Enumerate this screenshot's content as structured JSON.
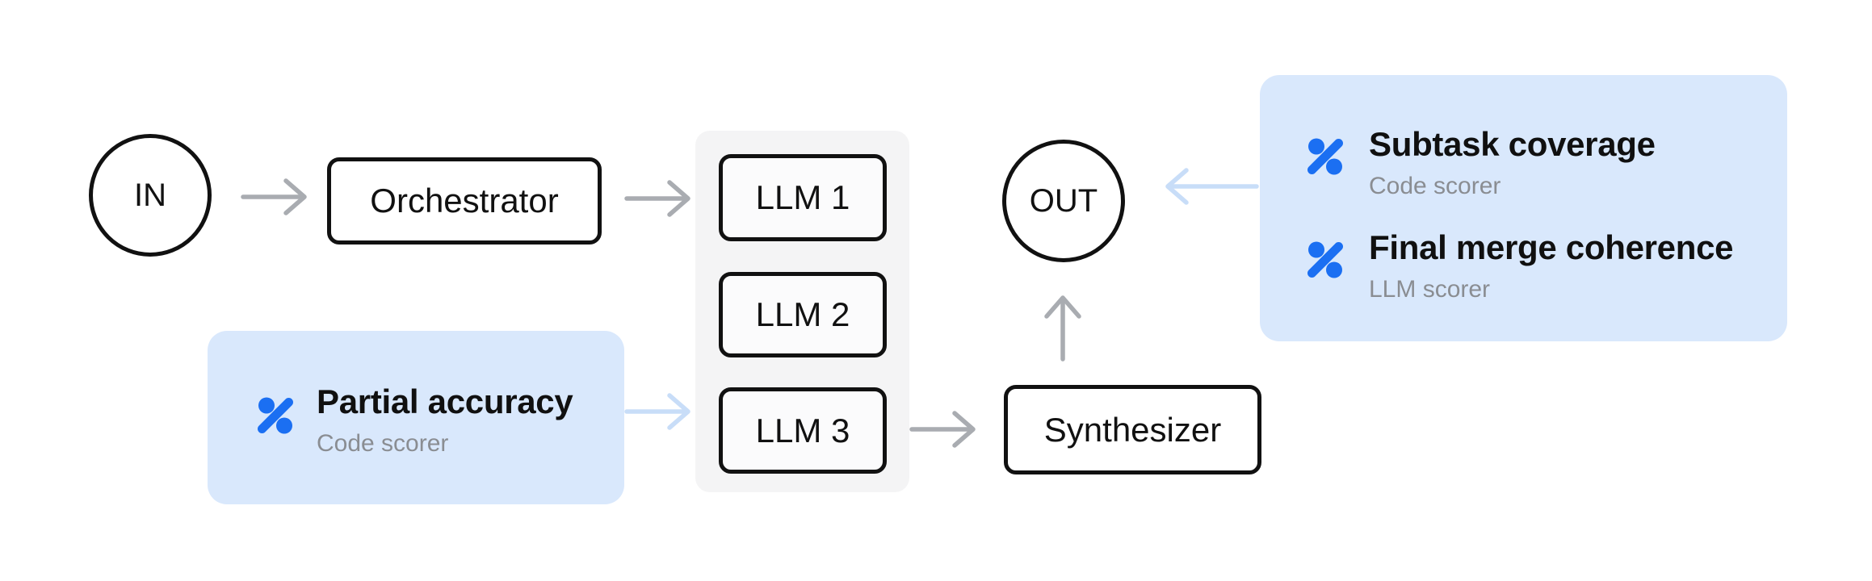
{
  "diagram": {
    "nodes": {
      "input": "IN",
      "orchestrator": "Orchestrator",
      "llm1": "LLM 1",
      "llm2": "LLM 2",
      "llm3": "LLM 3",
      "synthesizer": "Synthesizer",
      "output": "OUT"
    },
    "callouts": {
      "partial_accuracy": {
        "title": "Partial accuracy",
        "subtitle": "Code scorer"
      },
      "subtask_coverage": {
        "title": "Subtask coverage",
        "subtitle": "Code scorer"
      },
      "final_merge_coherence": {
        "title": "Final merge coherence",
        "subtitle": "LLM scorer"
      }
    },
    "colors": {
      "accent_blue": "#1b6ff2",
      "callout_bg": "#d9e8fc",
      "arrow_gray": "#a9acb1",
      "arrow_blue": "#c8ddf8",
      "node_border": "#111111",
      "subtitle_gray": "#8a8d92",
      "group_bg": "#f4f4f5",
      "page_bg": "#ffffff"
    }
  }
}
